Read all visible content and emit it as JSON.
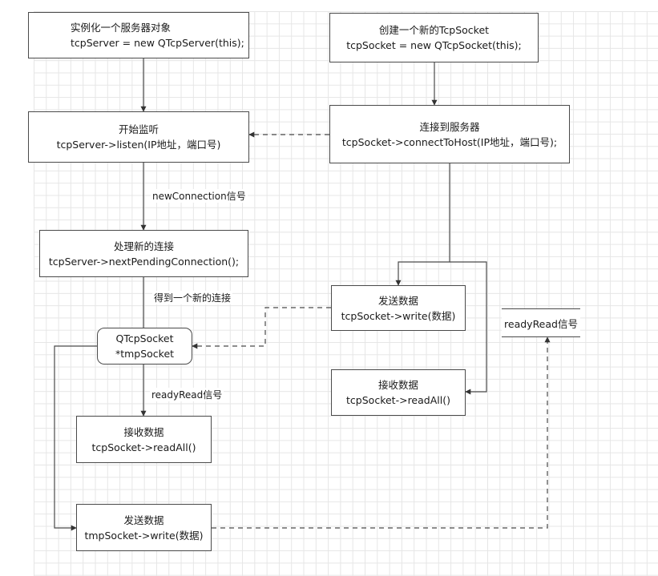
{
  "nodes": {
    "instantiate_server": {
      "line1": "实例化一个服务器对象",
      "line2": "tcpServer = new QTcpServer(this);"
    },
    "start_listen": {
      "line1": "开始监听",
      "line2": "tcpServer->listen(IP地址，端口号)"
    },
    "handle_connection": {
      "line1": "处理新的连接",
      "line2": "tcpServer->nextPendingConnection();"
    },
    "tmp_socket": {
      "line1": "QTcpSocket",
      "line2": "*tmpSocket"
    },
    "server_receive": {
      "line1": "接收数据",
      "line2": "tcpSocket->readAll()"
    },
    "server_send": {
      "line1": "发送数据",
      "line2": "tmpSocket->write(数据)"
    },
    "create_socket": {
      "line1": "创建一个新的TcpSocket",
      "line2": "tcpSocket = new QTcpSocket(this);"
    },
    "connect_host": {
      "line1": "连接到服务器",
      "line2": "tcpSocket->connectToHost(IP地址，端口号);"
    },
    "client_send": {
      "line1": "发送数据",
      "line2": "tcpSocket->write(数据)"
    },
    "client_receive": {
      "line1": "接收数据",
      "line2": "tcpSocket->readAll()"
    }
  },
  "edge_labels": {
    "new_connection": "newConnection信号",
    "got_connection": "得到一个新的连接",
    "ready_read_server": "readyRead信号"
  },
  "signal_box": {
    "label": "readyRead信号"
  },
  "colors": {
    "line": "#4a4a4a",
    "grid": "#e6e6e6",
    "background": "#ffffff"
  }
}
